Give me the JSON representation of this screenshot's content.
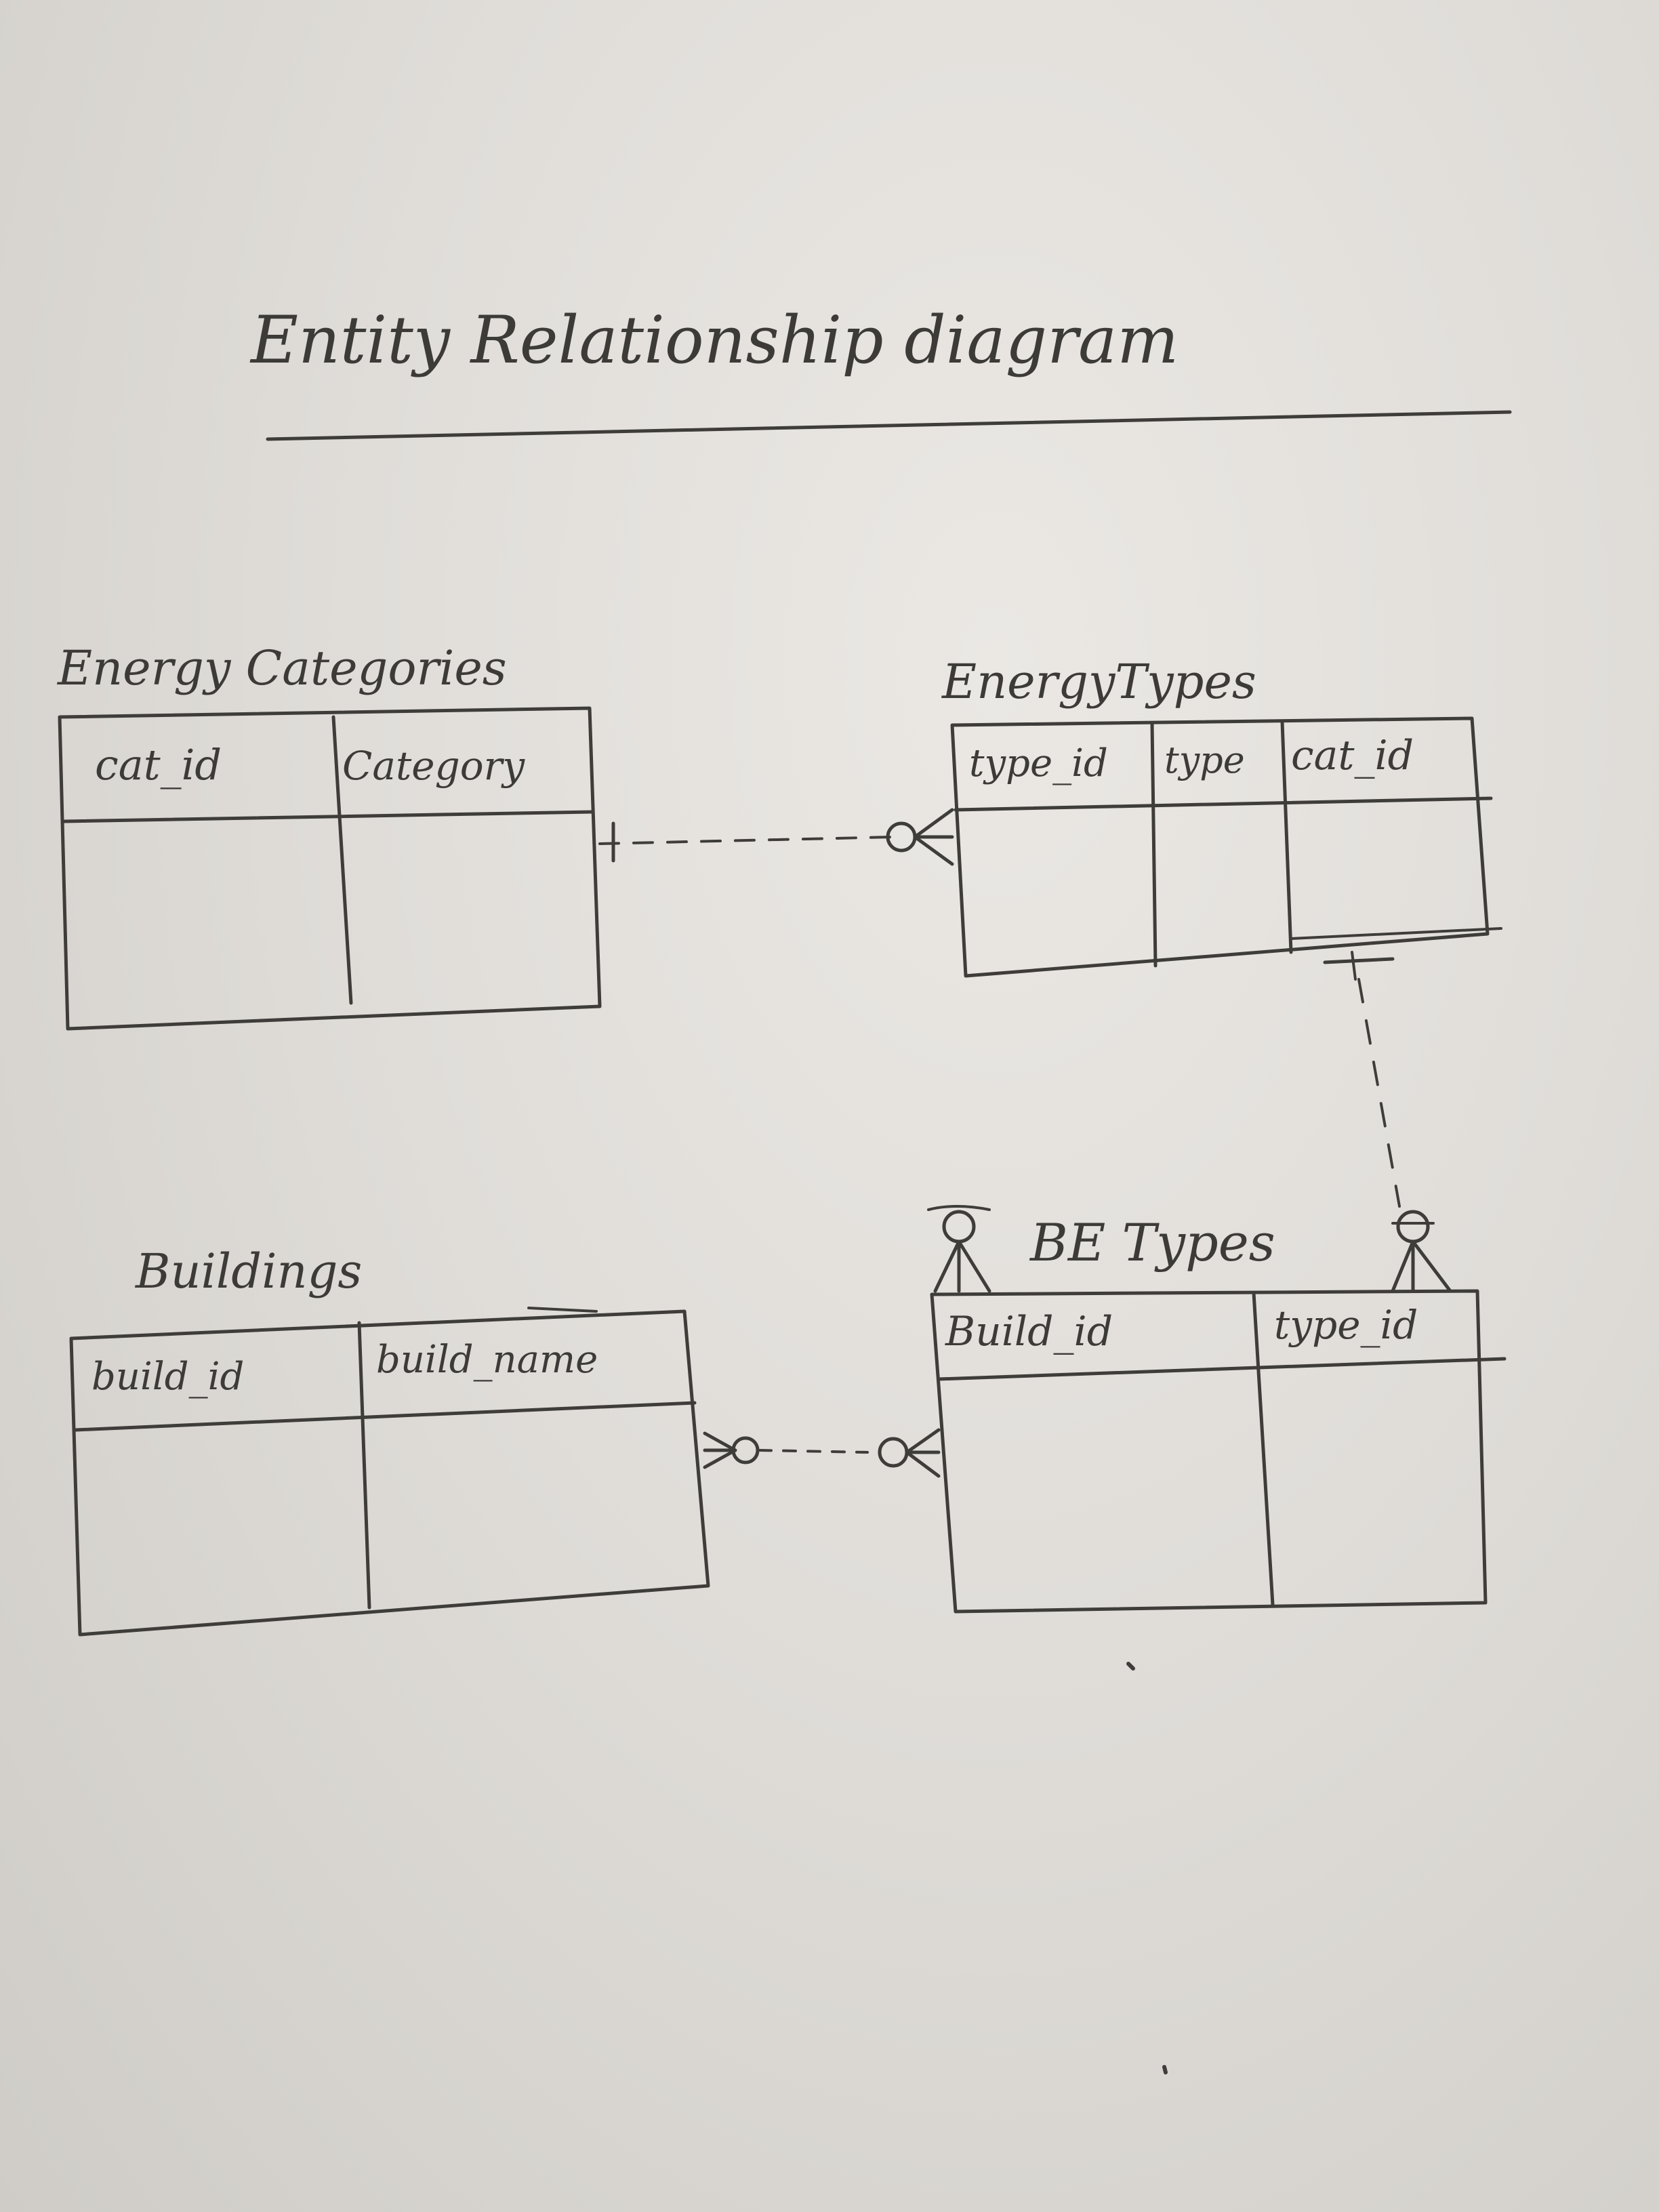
{
  "title": "Entity Relationship diagram",
  "entities": [
    {
      "id": "energy-categories",
      "name": "Energy Categories",
      "columns": [
        "cat_id",
        "Category"
      ]
    },
    {
      "id": "energy-types",
      "name": "EnergyTypes",
      "columns": [
        "type_id",
        "type",
        "cat_id"
      ]
    },
    {
      "id": "buildings",
      "name": "Buildings",
      "columns": [
        "build_id",
        "build_name"
      ]
    },
    {
      "id": "be-types",
      "name": "BE Types",
      "columns": [
        "Build_id",
        "type_id"
      ]
    }
  ],
  "relationships": [
    {
      "from": "Energy Categories",
      "from_cardinality": "one",
      "to": "EnergyTypes",
      "to_cardinality": "zero-or-many",
      "line_style": "dashed"
    },
    {
      "from": "EnergyTypes",
      "from_cardinality": "one",
      "to": "BE Types",
      "to_cardinality": "zero-or-many",
      "line_style": "dashed"
    },
    {
      "from": "Buildings",
      "from_cardinality": "zero-or-many",
      "to": "BE Types",
      "to_cardinality": "zero-or-many",
      "line_style": "dashed"
    }
  ]
}
